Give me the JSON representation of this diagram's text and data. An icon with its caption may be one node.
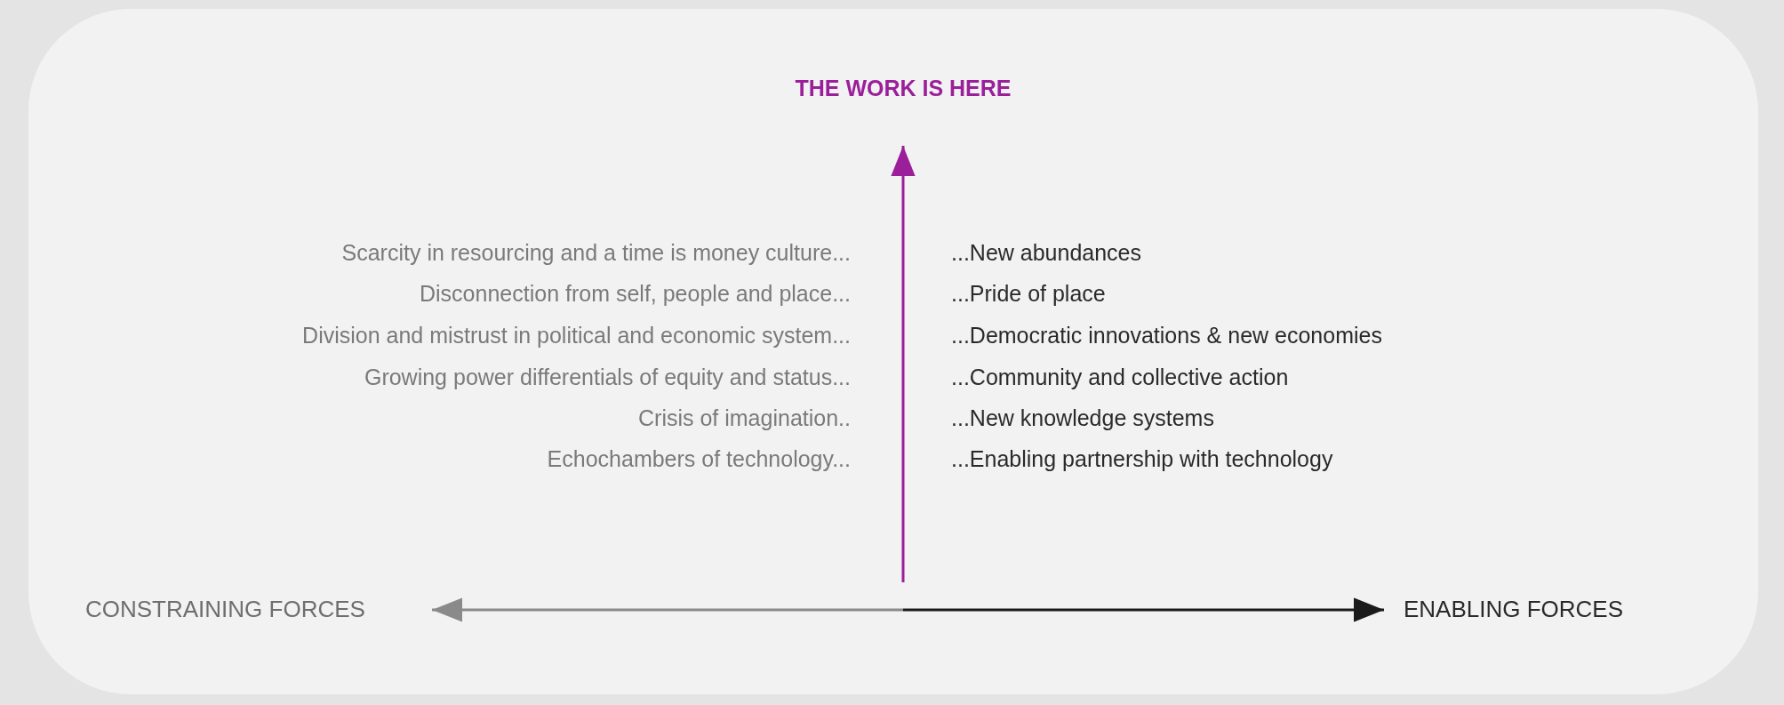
{
  "diagram": {
    "nodes": [
      {
        "text": [
          "THE WORK IS HERE"
        ]
      },
      {
        "text": [
          "CONSTRAINING FORCES"
        ]
      },
      {
        "text": [
          "ENABLING FORCES"
        ]
      }
    ],
    "edges": [
      {
        "from": null,
        "to": 0,
        "arrow": "to",
        "color": "#9b1f9b"
      },
      {
        "from": null,
        "to": 1,
        "arrow": "to",
        "color": "#8a8a8a"
      },
      {
        "from": null,
        "to": 2,
        "arrow": "to",
        "color": "#1a1a1a"
      }
    ],
    "labels": [
      "Scarcity in resourcing and a time is money culture...",
      "...New abundances",
      "Disconnection from self, people and place...",
      "...Pride of place",
      "Division and mistrust in political and economic system...",
      "...Democratic innovations & new economies",
      "Growing power differentials of equity and status...",
      "...Community and collective action",
      "Crisis of imagination..",
      "...New knowledge systems",
      "Echochambers of technology...",
      "...Enabling partnership with technology"
    ]
  }
}
